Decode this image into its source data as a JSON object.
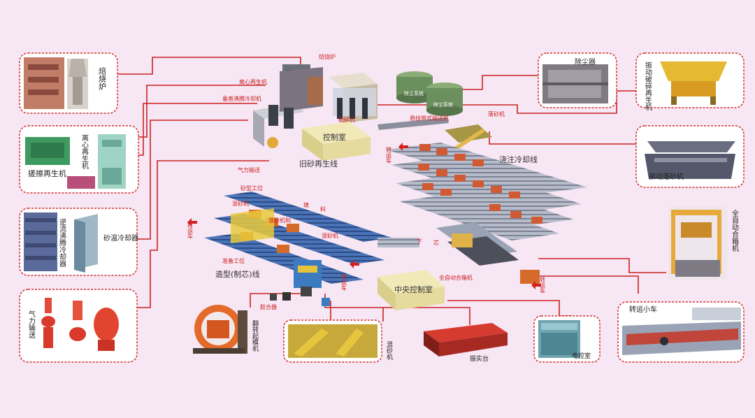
{
  "colors": {
    "background": "#f7e6f3",
    "connector": "#cc2222",
    "callout_border": "#d13030",
    "machine_orange": "#e7572a",
    "machine_yellow": "#e9c93b",
    "roller_gray": "#9a9fb0",
    "room_beige": "#ede3a6",
    "tank_green": "#6c8f5e",
    "label_red": "#cc1f1f"
  },
  "callouts": {
    "roaster": "焙烧炉",
    "centrifugal_regen": "离心再生机",
    "scrub_regen": "搓擦再生机",
    "sand_cooler": "砂温冷却器",
    "countercurrent_cooler": "逆流沸腾冷却器",
    "pneumatic_conveyor": "气力输送",
    "dust_collector": "除尘器",
    "vib_crush_regen": "振动破碎再生机",
    "vib_shakeout": "振动落砂机",
    "auto_closer": "全自动合箱机",
    "transfer_cart": "转运小车",
    "control_room_photo": "电控室",
    "vibration_table": "振实台",
    "sand_mixer": "混砂机",
    "rollover_stripper": "翻转起模机"
  },
  "plant": {
    "roaster_tag": "焙烧炉",
    "centrifugal_tag": "离心再生机",
    "vertical_cooler_tag": "垂直沸腾冷却机",
    "crusher_tag": "破碎机",
    "hanging_conveyor_tag": "悬挂带式输送机",
    "shakeout_tag": "落砂机",
    "dust_sys_1": "除尘系统",
    "dust_sys_2": "除尘系统",
    "control_room": "控制室",
    "pneumatic_tag": "气力输送",
    "old_sand_line": "旧砂再生线",
    "pouring_cooling_line": "浇注冷却线",
    "sand_fill_station": "砂型工位",
    "sand_mixer_tag": "混砂机",
    "sand_fill": "填",
    "material": "料",
    "mixing_tag": "混砂机制",
    "recycle_tag": "混砂机",
    "down_tag": "下",
    "core": "芯",
    "prep_station": "准备工位",
    "molding_line": "造型(制芯)线",
    "turn_cart_1": "转运车",
    "turn_cart_2": "转运车",
    "turn_cart_3": "转运车",
    "turn_cart_4": "转运车",
    "auto_closer_tag": "全自动合箱机",
    "central_control": "中央控制室",
    "glue_tag": "胶合器"
  }
}
